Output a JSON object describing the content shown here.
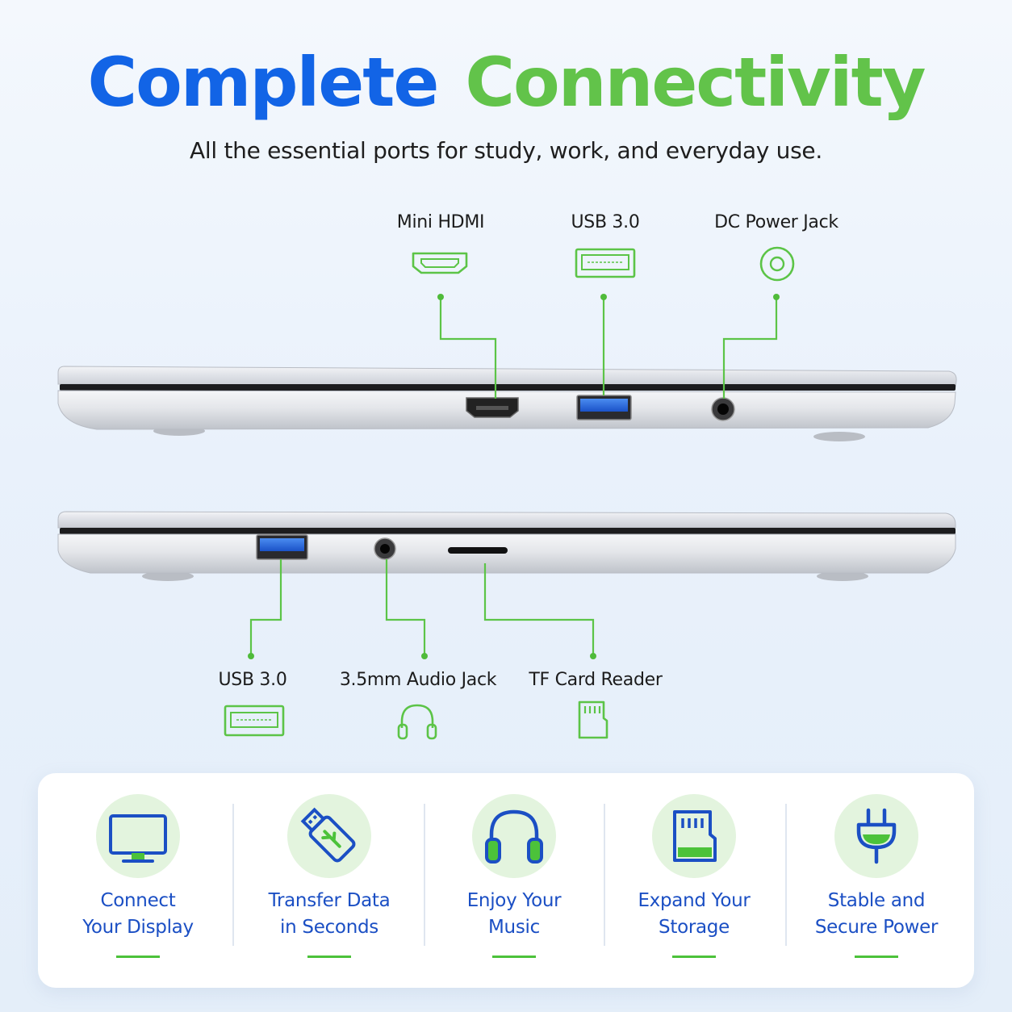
{
  "header": {
    "title_part1": "Complete",
    "title_part2": "Connectivity",
    "subtitle": "All the essential ports for study, work, and everyday use."
  },
  "colors": {
    "blue": "#1264e6",
    "green": "#62c34a",
    "feature_text": "#1b4fc4",
    "icon_circle": "#e3f4de"
  },
  "top_ports": [
    {
      "label": "Mini HDMI",
      "icon": "hdmi-port-icon"
    },
    {
      "label": "USB 3.0",
      "icon": "usb-port-icon"
    },
    {
      "label": "DC Power Jack",
      "icon": "dc-jack-icon"
    }
  ],
  "bottom_ports": [
    {
      "label": "USB 3.0",
      "icon": "usb-port-icon"
    },
    {
      "label": "3.5mm Audio Jack",
      "icon": "headphone-icon"
    },
    {
      "label": "TF Card Reader",
      "icon": "sd-card-icon"
    }
  ],
  "features": [
    {
      "line1": "Connect",
      "line2": "Your Display",
      "icon": "monitor-icon"
    },
    {
      "line1": "Transfer Data",
      "line2": "in Seconds",
      "icon": "usb-stick-icon"
    },
    {
      "line1": "Enjoy Your",
      "line2": "Music",
      "icon": "headphones-icon"
    },
    {
      "line1": "Expand Your",
      "line2": "Storage",
      "icon": "memory-card-icon"
    },
    {
      "line1": "Stable and",
      "line2": "Secure Power",
      "icon": "power-plug-icon"
    }
  ]
}
